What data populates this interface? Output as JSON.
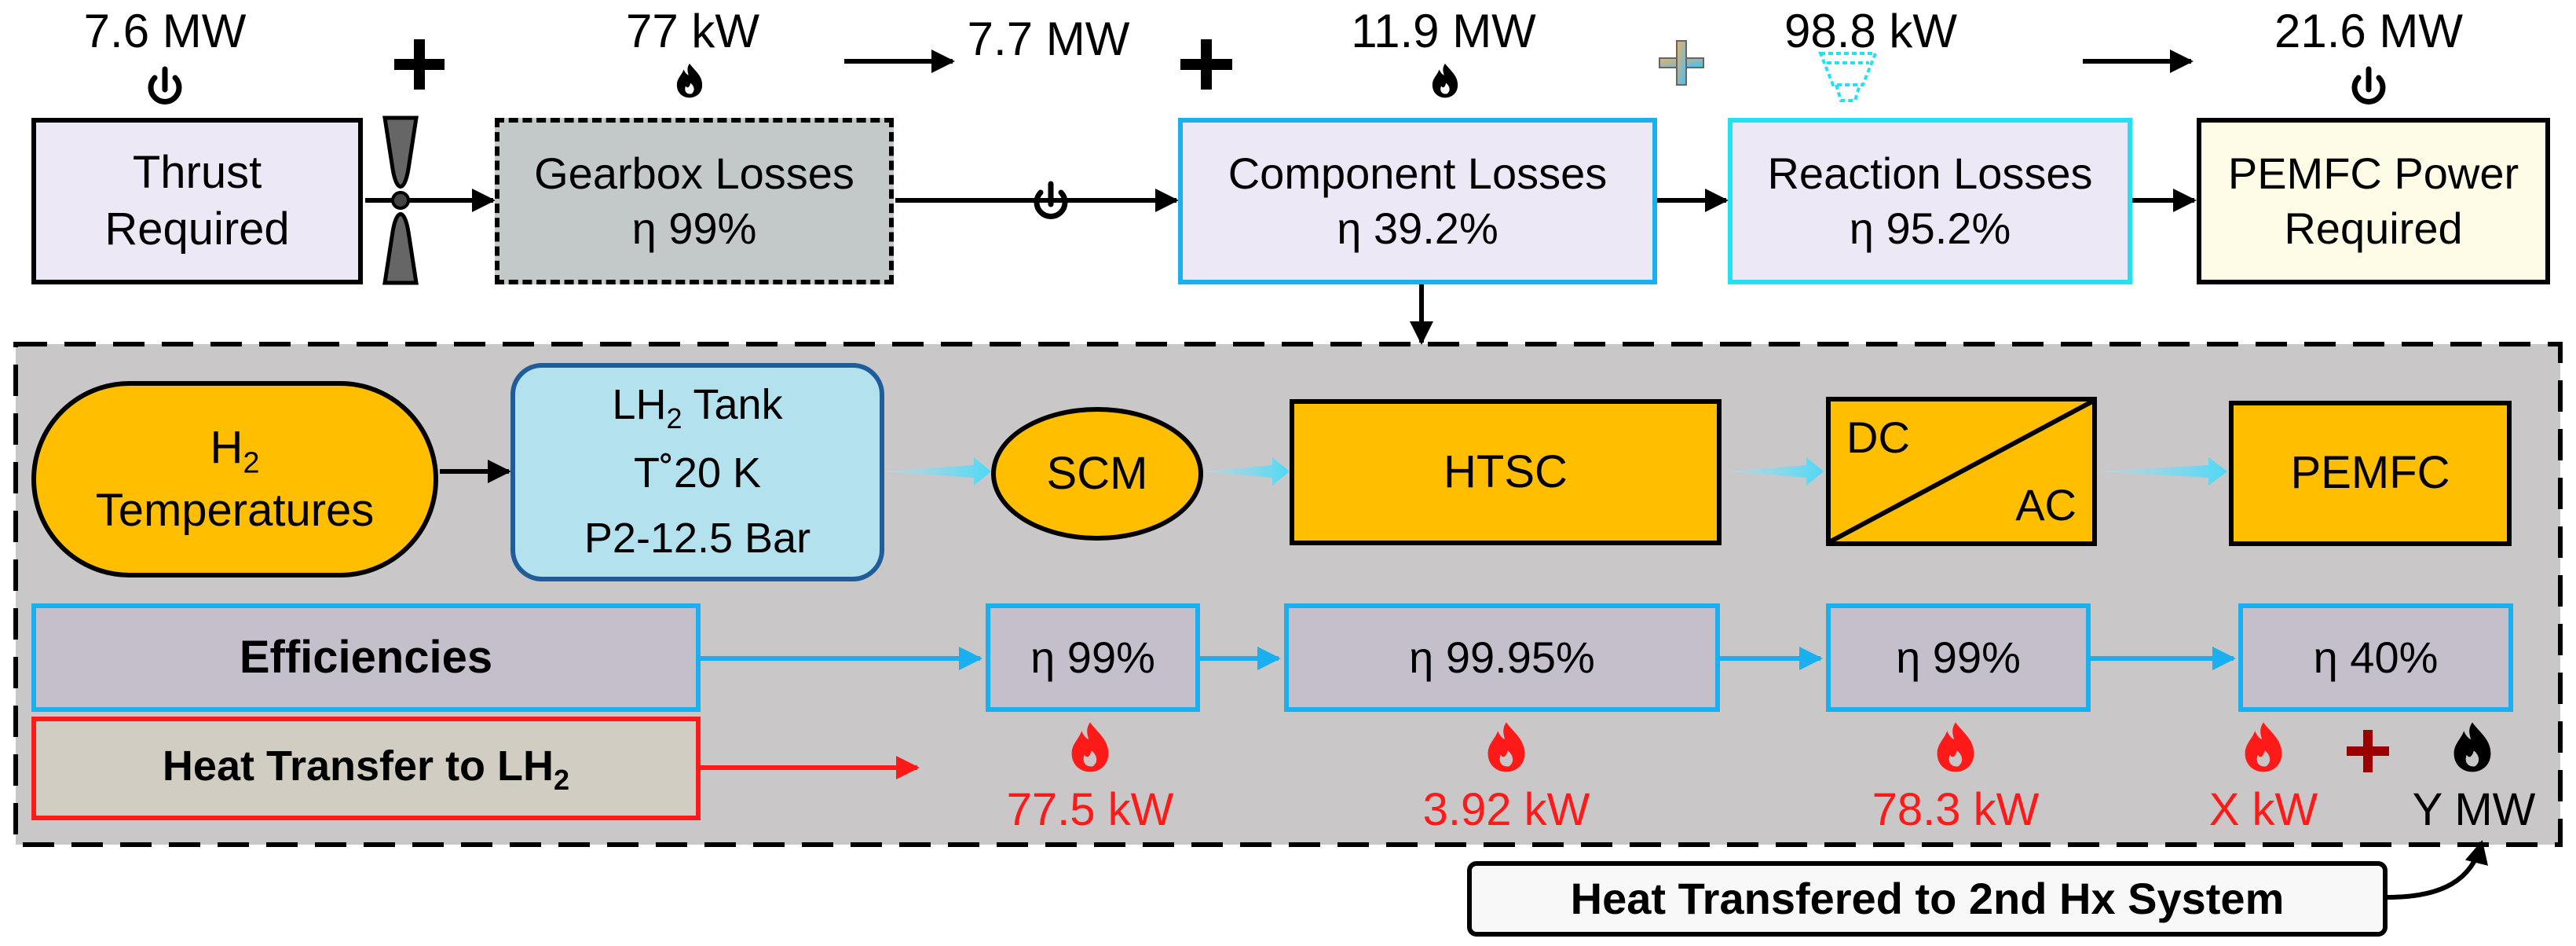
{
  "top_row": {
    "thrust": {
      "value": "7.6 MW",
      "label_line1": "Thrust",
      "label_line2": "Required"
    },
    "gearbox": {
      "value": "77 kW",
      "label_line1": "Gearbox Losses",
      "label_line2": "η 99%"
    },
    "intermediate_value": "7.7 MW",
    "component": {
      "value": "11.9 MW",
      "label_line1": "Component Losses",
      "label_line2": "η 39.2%"
    },
    "reaction": {
      "value": "98.8 kW",
      "label_line1": "Reaction Losses",
      "label_line2": "η 95.2%"
    },
    "pemfc_power": {
      "value": "21.6 MW",
      "label_line1": "PEMFC Power",
      "label_line2": "Required"
    }
  },
  "system": {
    "h2_temps": {
      "line1_main": "H",
      "line1_sub": "2",
      "line2": "Temperatures"
    },
    "tank": {
      "line1_main": "LH",
      "line1_sub": "2",
      "line1_rest": " Tank",
      "line2": "T˚20 K",
      "line3": "P2-12.5 Bar"
    },
    "scm": "SCM",
    "htsc": "HTSC",
    "converter": {
      "top": "DC",
      "bottom": "AC"
    },
    "pemfc": "PEMFC",
    "efficiencies_label": "Efficiencies",
    "efficiencies": [
      "η 99%",
      "η 99.95%",
      "η 99%",
      "η 40%"
    ],
    "heat_label_main": "Heat Transfer to LH",
    "heat_label_sub": "2",
    "heat_values": [
      "77.5 kW",
      "3.92 kW",
      "78.3 kW",
      "X kW"
    ],
    "y_value": "Y MW"
  },
  "bottom_callout": "Heat Transfered to 2nd Hx System",
  "colors": {
    "cyan_border": "#1ab0f0",
    "light_cyan_border": "#25e0f0",
    "orange_fill": "#ffbf00",
    "lavender_fill": "#ede8f5",
    "grey_fill": "#c9c7c7",
    "red": "#ff1a1a"
  }
}
